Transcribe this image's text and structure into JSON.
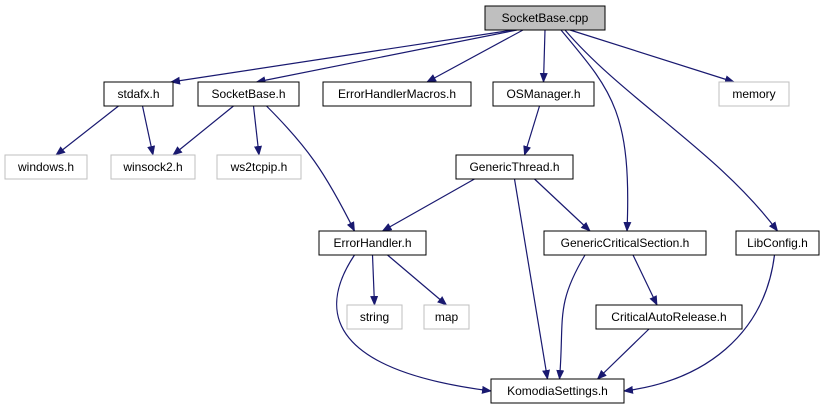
{
  "colors": {
    "edge": "#191970",
    "local_border": "#000000",
    "system_border": "#bfbfbf",
    "root_fill": "#bfbfbf",
    "text": "#000000",
    "background": "#ffffff"
  },
  "nodes": {
    "socketbase_cpp": {
      "label": "SocketBase.cpp",
      "kind": "root"
    },
    "stdafx_h": {
      "label": "stdafx.h",
      "kind": "local"
    },
    "socketbase_h": {
      "label": "SocketBase.h",
      "kind": "local"
    },
    "errorhandlermacros_h": {
      "label": "ErrorHandlerMacros.h",
      "kind": "local"
    },
    "osmanager_h": {
      "label": "OSManager.h",
      "kind": "local"
    },
    "memory": {
      "label": "memory",
      "kind": "system"
    },
    "windows_h": {
      "label": "windows.h",
      "kind": "system"
    },
    "winsock2_h": {
      "label": "winsock2.h",
      "kind": "system"
    },
    "ws2tcpip_h": {
      "label": "ws2tcpip.h",
      "kind": "system"
    },
    "genericthread_h": {
      "label": "GenericThread.h",
      "kind": "local"
    },
    "errorhandler_h": {
      "label": "ErrorHandler.h",
      "kind": "local"
    },
    "genericcriticalsection_h": {
      "label": "GenericCriticalSection.h",
      "kind": "local"
    },
    "libconfig_h": {
      "label": "LibConfig.h",
      "kind": "local"
    },
    "string": {
      "label": "string",
      "kind": "system"
    },
    "map": {
      "label": "map",
      "kind": "system"
    },
    "criticalautorelease_h": {
      "label": "CriticalAutoRelease.h",
      "kind": "local"
    },
    "komodiasettings_h": {
      "label": "KomodiaSettings.h",
      "kind": "local"
    }
  },
  "edges": [
    {
      "from": "socketbase_cpp",
      "to": "stdafx_h"
    },
    {
      "from": "socketbase_cpp",
      "to": "socketbase_h"
    },
    {
      "from": "socketbase_cpp",
      "to": "errorhandlermacros_h"
    },
    {
      "from": "socketbase_cpp",
      "to": "osmanager_h"
    },
    {
      "from": "socketbase_cpp",
      "to": "genericcriticalsection_h"
    },
    {
      "from": "socketbase_cpp",
      "to": "libconfig_h"
    },
    {
      "from": "socketbase_cpp",
      "to": "memory"
    },
    {
      "from": "stdafx_h",
      "to": "windows_h"
    },
    {
      "from": "stdafx_h",
      "to": "winsock2_h"
    },
    {
      "from": "socketbase_h",
      "to": "winsock2_h"
    },
    {
      "from": "socketbase_h",
      "to": "ws2tcpip_h"
    },
    {
      "from": "socketbase_h",
      "to": "errorhandler_h"
    },
    {
      "from": "osmanager_h",
      "to": "genericthread_h"
    },
    {
      "from": "genericthread_h",
      "to": "errorhandler_h"
    },
    {
      "from": "genericthread_h",
      "to": "genericcriticalsection_h"
    },
    {
      "from": "genericthread_h",
      "to": "komodiasettings_h"
    },
    {
      "from": "errorhandler_h",
      "to": "string"
    },
    {
      "from": "errorhandler_h",
      "to": "map"
    },
    {
      "from": "errorhandler_h",
      "to": "komodiasettings_h"
    },
    {
      "from": "genericcriticalsection_h",
      "to": "criticalautorelease_h"
    },
    {
      "from": "genericcriticalsection_h",
      "to": "komodiasettings_h"
    },
    {
      "from": "criticalautorelease_h",
      "to": "komodiasettings_h"
    },
    {
      "from": "libconfig_h",
      "to": "komodiasettings_h"
    }
  ]
}
